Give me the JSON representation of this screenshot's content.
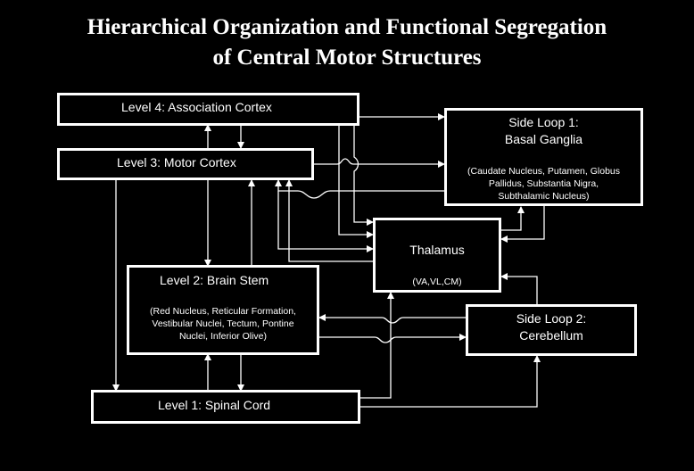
{
  "title": {
    "line1": "Hierarchical Organization and Functional Segregation",
    "line2": "of Central Motor Structures"
  },
  "nodes": {
    "level4": {
      "label": "Level 4: Association Cortex"
    },
    "level3": {
      "label": "Level 3: Motor Cortex"
    },
    "level2": {
      "label": "Level 2: Brain Stem",
      "detail_1": "(Red Nucleus, Reticular Formation,",
      "detail_2": "Vestibular Nuclei, Tectum, Pontine",
      "detail_3": "Nuclei, Inferior Olive)"
    },
    "level1": {
      "label": "Level 1: Spinal Cord"
    },
    "side_loop_1": {
      "label_1": "Side Loop 1:",
      "label_2": "Basal Ganglia",
      "detail_1": "(Caudate Nucleus, Putamen, Globus",
      "detail_2": "Pallidus, Substantia Nigra,",
      "detail_3": "Subthalamic Nucleus)"
    },
    "thalamus": {
      "label": "Thalamus",
      "detail": "(VA,VL,CM)"
    },
    "side_loop_2": {
      "label_1": "Side Loop 2:",
      "label_2": "Cerebellum"
    }
  },
  "colors": {
    "background": "#000000",
    "foreground": "#ffffff"
  }
}
